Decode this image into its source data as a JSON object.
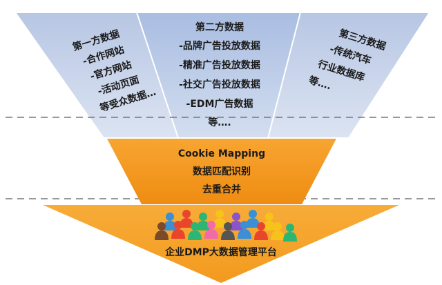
{
  "sources": {
    "first_party": {
      "title": "第一方数据",
      "items": [
        "-合作网站",
        "-官方网站",
        "-活动页面",
        "等受众数据…"
      ]
    },
    "second_party": {
      "title": "第二方数据",
      "items": [
        "-品牌广告投放数据",
        "-精准广告投放数据",
        "-社交广告投放数据",
        "-EDM广告数据",
        "等…."
      ]
    },
    "third_party": {
      "title": "第三方数据",
      "items": [
        "-传统汽车",
        "行业数据库",
        "等…."
      ]
    }
  },
  "processing": {
    "lines": [
      "Cookie Mapping",
      "数据匹配识别",
      "去重合并"
    ]
  },
  "platform": {
    "label": "企业DMP大数据管理平台"
  },
  "colors": {
    "left_panel": "#c9d4ea",
    "center_panel": "#bccbe6",
    "right_panel": "#c9d4ea",
    "processing": "#f39a1e",
    "platform": "#f6a225",
    "dashes": "#777777",
    "people": [
      "#3a8fd6",
      "#e8452c",
      "#2bb673",
      "#f7c21a",
      "#8a55c9",
      "#3a8fd6",
      "#f7c21a",
      "#7a4a2a",
      "#e8452c",
      "#2bb673",
      "#f06ba8",
      "#555555",
      "#3a8fd6",
      "#e8452c",
      "#f7c21a",
      "#2bb673"
    ]
  }
}
